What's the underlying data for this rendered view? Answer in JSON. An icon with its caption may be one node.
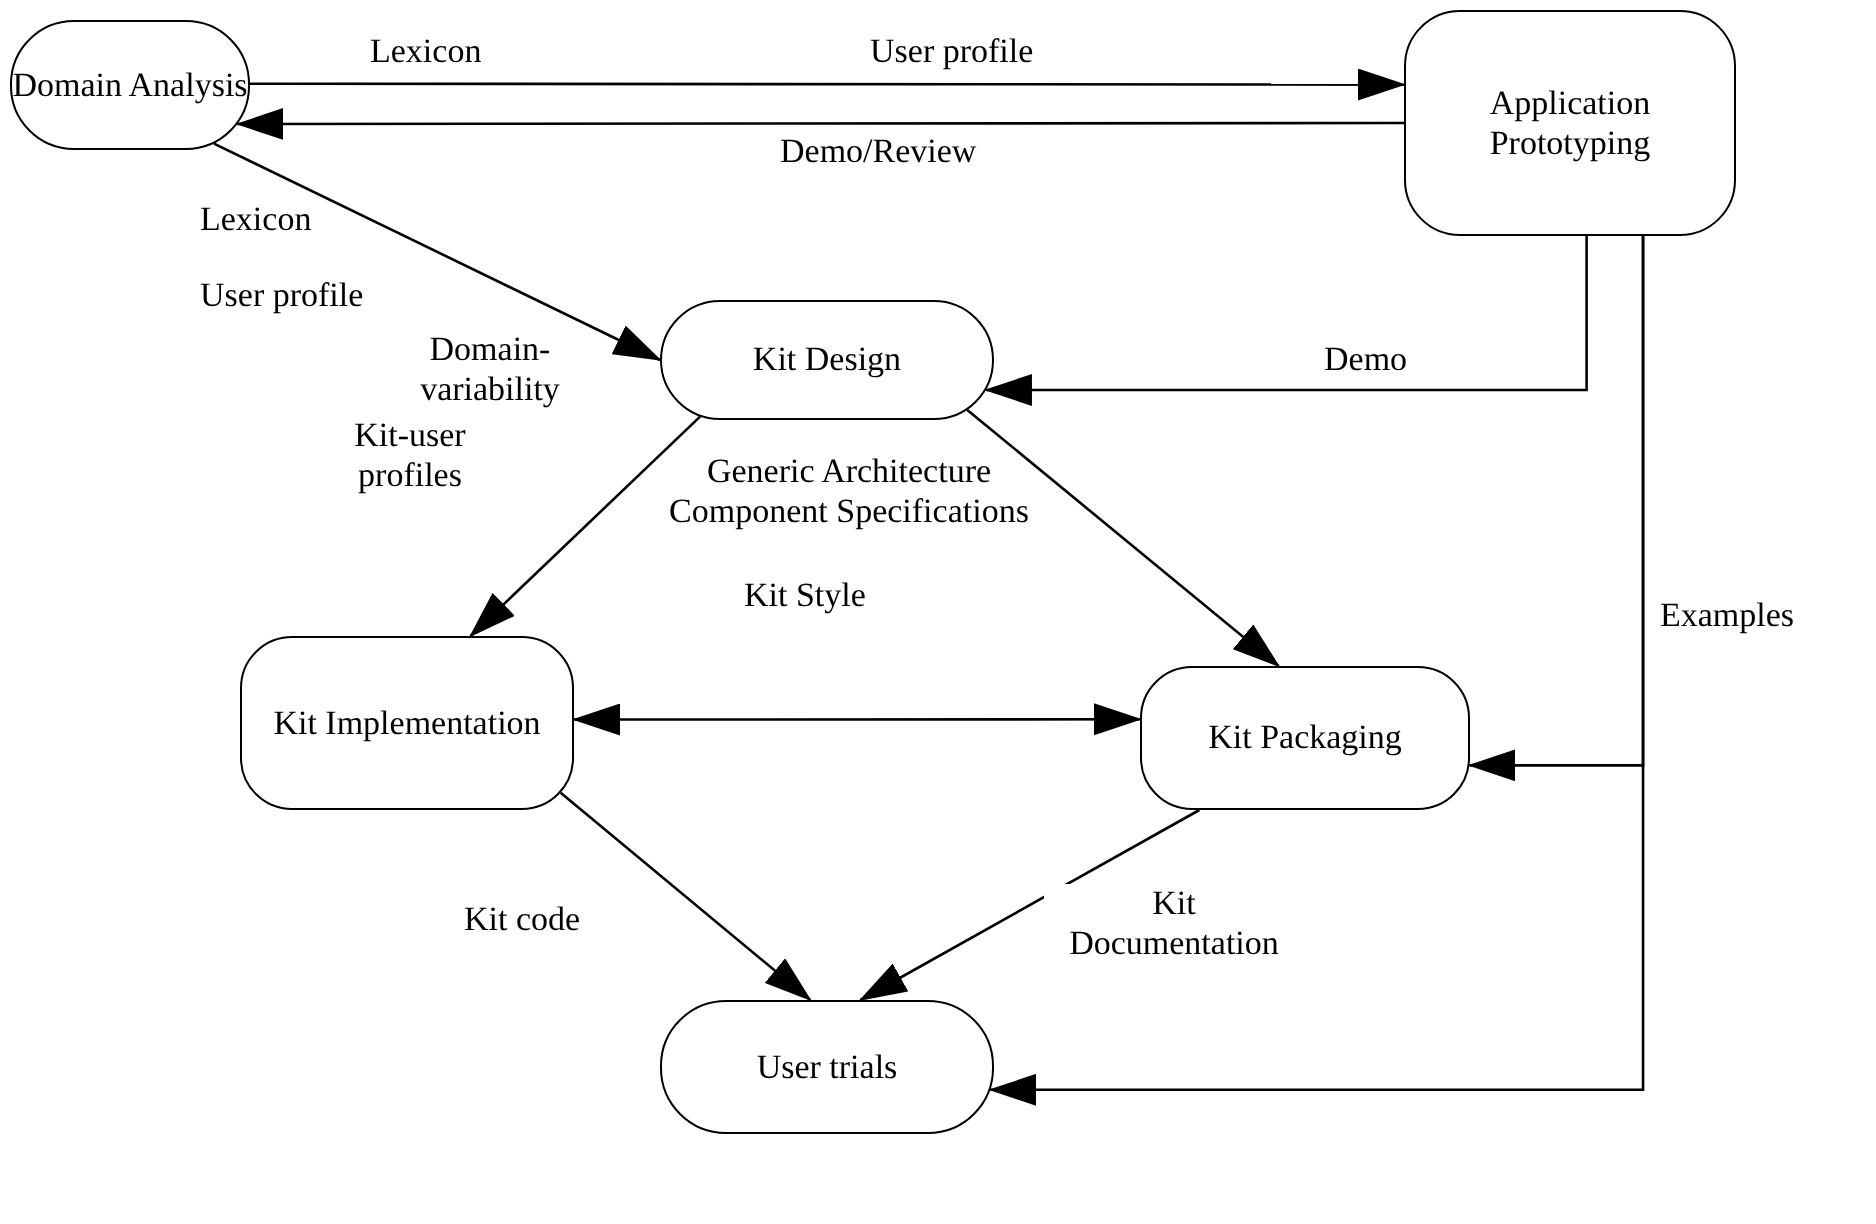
{
  "diagram": {
    "nodes": [
      {
        "text": [
          "Domain Analysis"
        ]
      },
      {
        "text": [
          "Application Prototyping"
        ]
      },
      {
        "text": [
          "Kit Design"
        ]
      },
      {
        "text": [
          "Kit Implementation"
        ]
      },
      {
        "text": [
          "Kit Packaging"
        ]
      },
      {
        "text": [
          "User trials"
        ]
      }
    ],
    "edges": [
      {
        "from": 0,
        "to": 1,
        "arrow": "to",
        "label": "Lexicon"
      },
      {
        "from": 1,
        "to": 0,
        "arrow": "to",
        "label": "Demo/Review"
      },
      {
        "from": 0,
        "to": 2,
        "arrow": "to",
        "label": "Lexicon"
      },
      {
        "from": 1,
        "to": 2,
        "arrow": "to",
        "label": "Demo"
      },
      {
        "from": 2,
        "to": 3,
        "arrow": "to"
      },
      {
        "from": 2,
        "to": 4,
        "arrow": "to"
      },
      {
        "from": 3,
        "to": 4,
        "arrow": "both"
      },
      {
        "from": 1,
        "to": 4,
        "arrow": "to",
        "label": "Examples"
      },
      {
        "from": 1,
        "to": 5,
        "arrow": "to"
      },
      {
        "from": 3,
        "to": 5,
        "arrow": "to",
        "label": "Kit code"
      },
      {
        "from": 4,
        "to": 5,
        "arrow": "to",
        "label": "Kit Documentation"
      }
    ],
    "labels": [
      "User profile",
      "User profile",
      "Domain-variability",
      "Kit-user profiles",
      "Generic Architecture Component Specifications",
      "Kit Style"
    ]
  }
}
